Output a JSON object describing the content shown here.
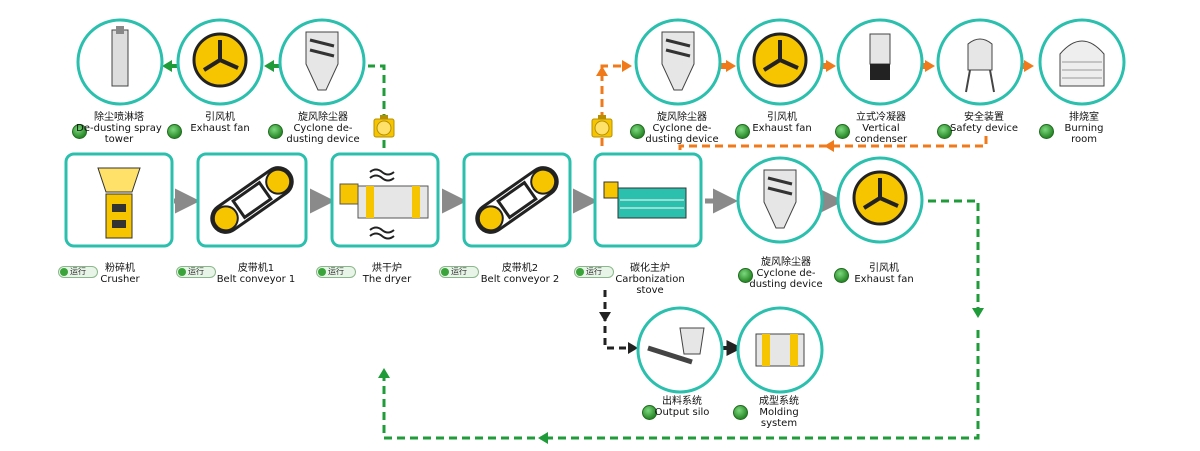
{
  "colors": {
    "teal": "#2bbfae",
    "green": "#1f9b3a",
    "orange": "#f07a1a",
    "yellow": "#f6c500",
    "gray": "#8a8a8a",
    "black": "#222222"
  },
  "status_label": "运行",
  "nodes": {
    "crusher": {
      "zh": "粉碎机",
      "en": "Crusher"
    },
    "belt1": {
      "zh": "皮带机1",
      "en": "Belt conveyor 1"
    },
    "dryer": {
      "zh": "烘干炉",
      "en": "The dryer"
    },
    "belt2": {
      "zh": "皮带机2",
      "en": "Belt conveyor 2"
    },
    "stove": {
      "zh": "碳化主炉",
      "en": "Carbonization stove"
    },
    "tower": {
      "zh": "除尘喷淋塔",
      "en": "De-dusting spray tower"
    },
    "fan_left": {
      "zh": "引风机",
      "en": "Exhaust fan"
    },
    "cyclone_left": {
      "zh": "旋风除尘器",
      "en": "Cyclone de-dusting device"
    },
    "cyclone_top": {
      "zh": "旋风除尘器",
      "en": "Cyclone de-dusting device"
    },
    "fan_top": {
      "zh": "引风机",
      "en": "Exhaust fan"
    },
    "condenser": {
      "zh": "立式冷凝器",
      "en": "Vertical condenser"
    },
    "safety": {
      "zh": "安全装置",
      "en": "Safety device"
    },
    "burning": {
      "zh": "排烧室",
      "en": "Burning room"
    },
    "cyclone_mid": {
      "zh": "旋风除尘器",
      "en": "Cyclone de-dusting device"
    },
    "fan_mid": {
      "zh": "引风机",
      "en": "Exhaust fan"
    },
    "silo": {
      "zh": "出料系统",
      "en": "Output silo"
    },
    "molding": {
      "zh": "成型系统",
      "en": "Molding system"
    }
  }
}
